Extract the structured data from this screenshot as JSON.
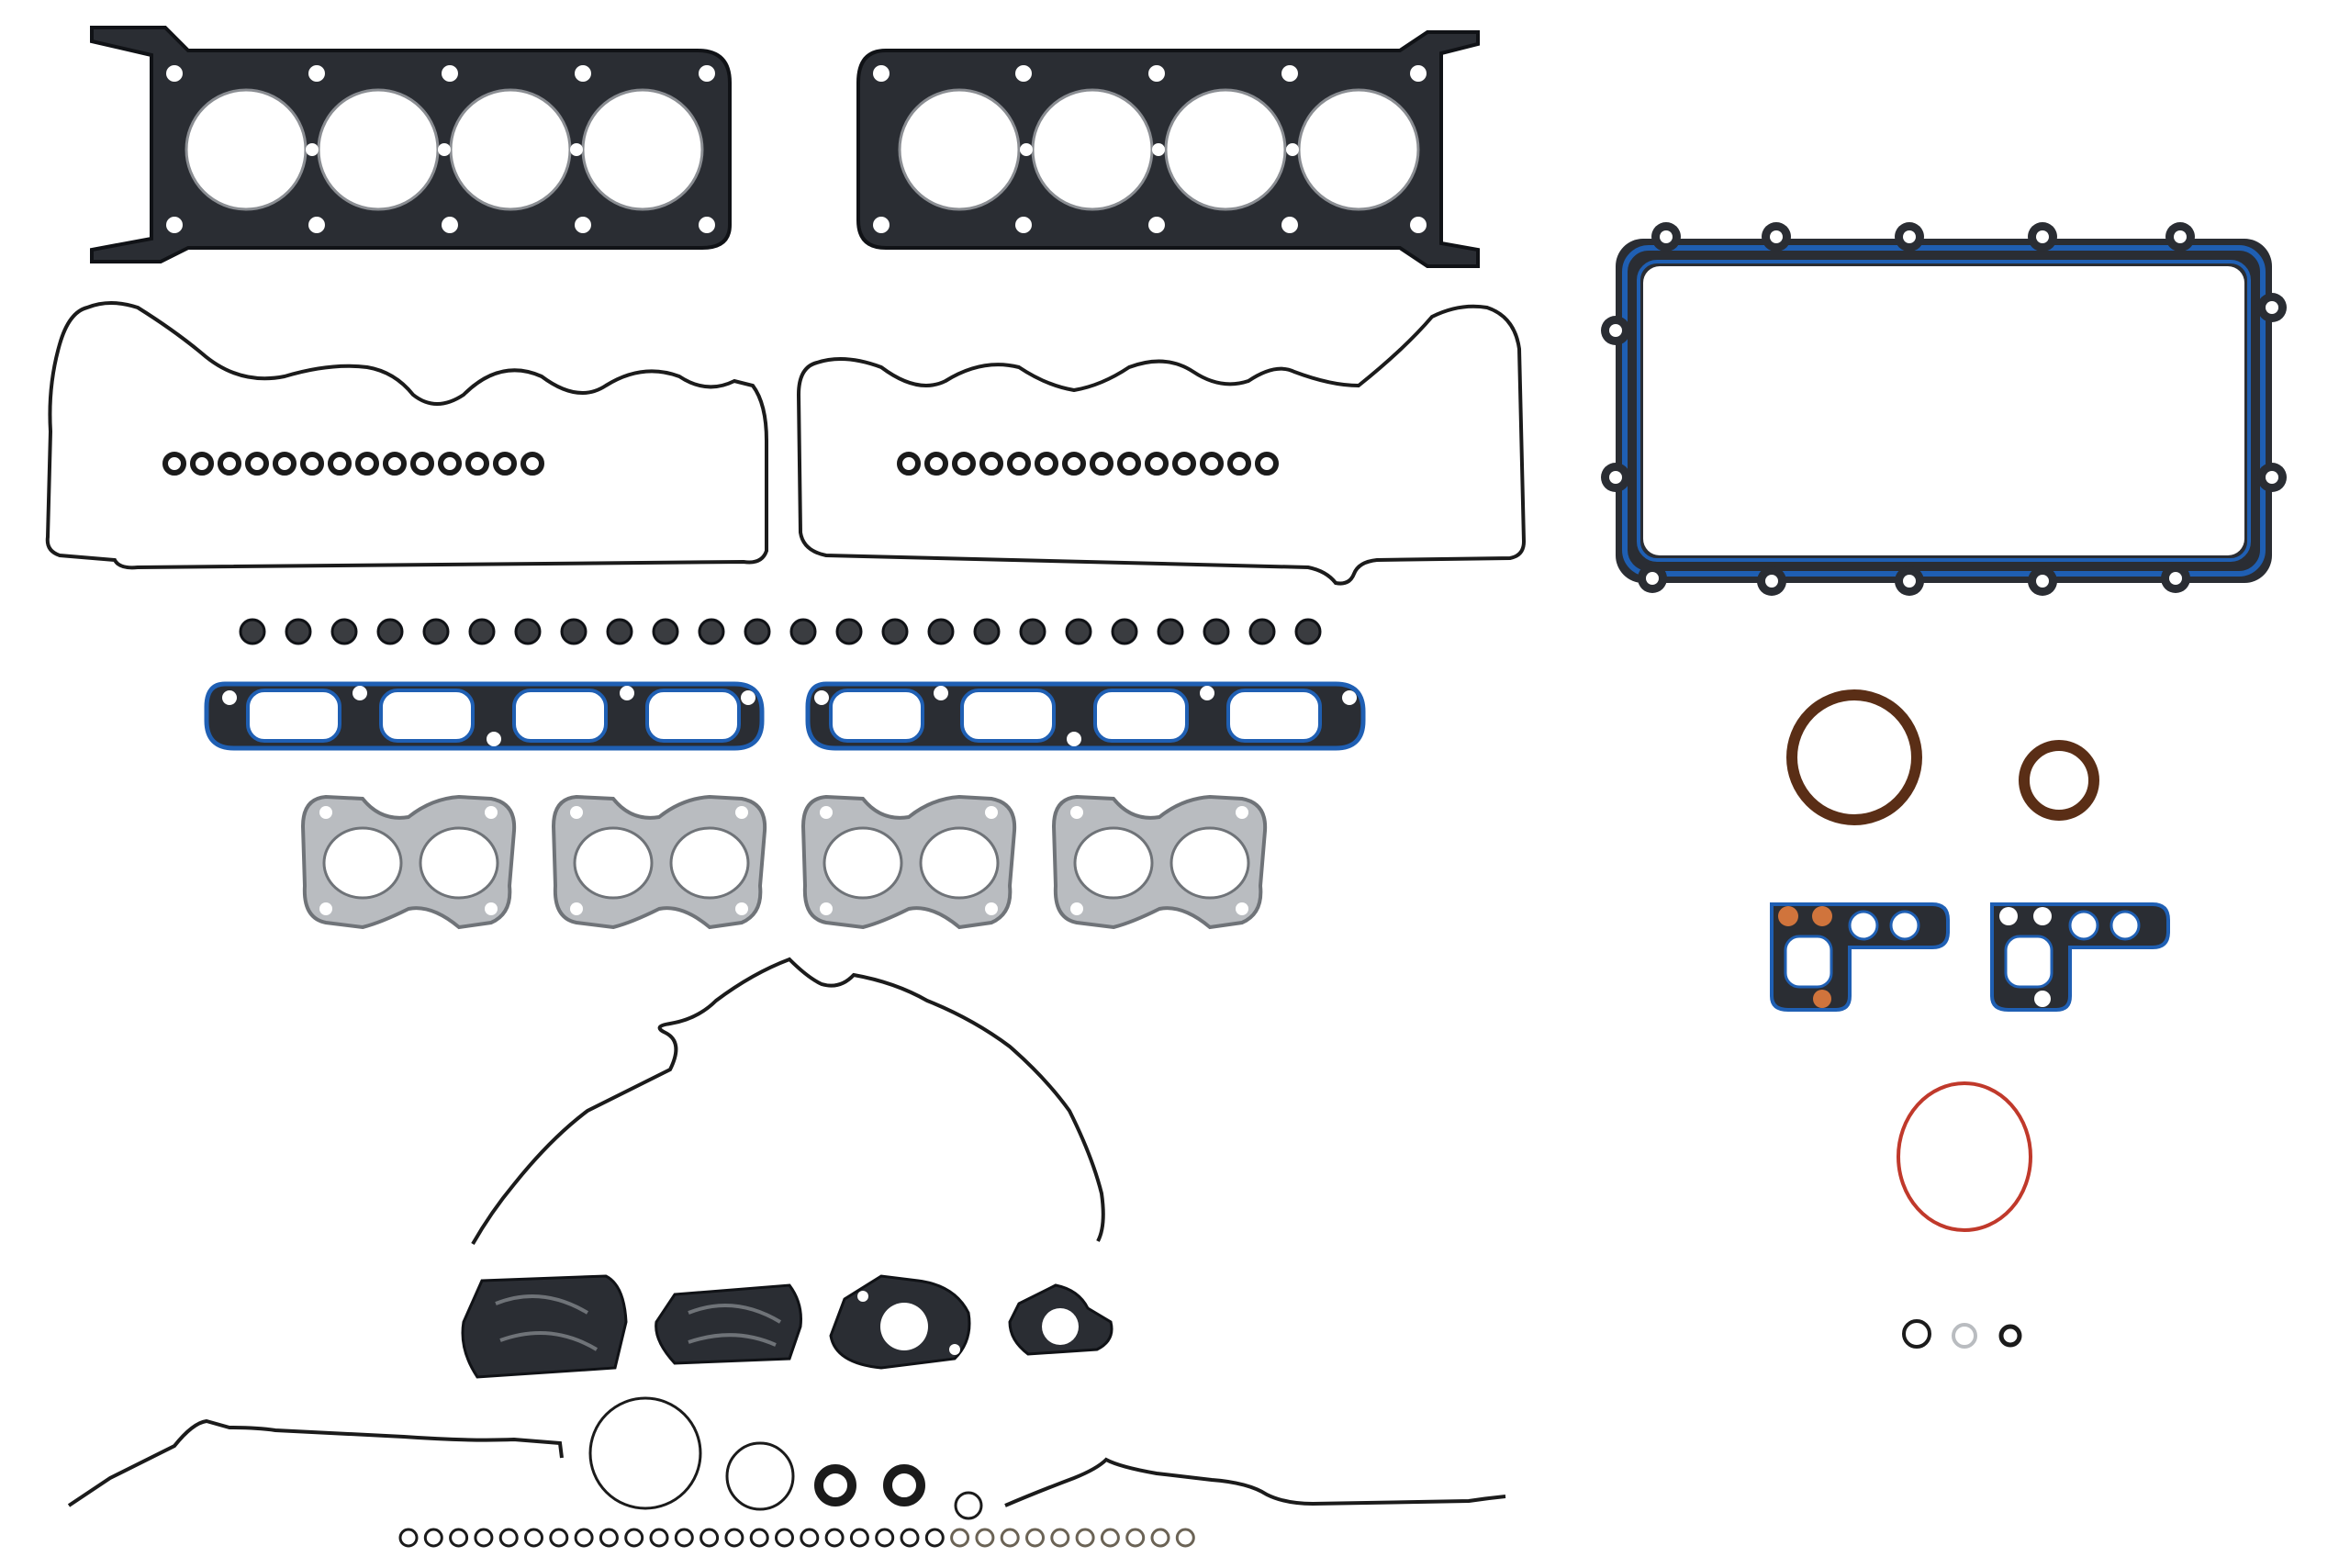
{
  "image": {
    "subject": "engine-gasket-set",
    "background_color": "#ffffff"
  },
  "colors": {
    "steel_dark": "#2a2d33",
    "steel_edge": "#101216",
    "blue_bead": "#1f5fb3",
    "black_gasket": "#1b1b1b",
    "exhaust_gray": "#b9bcc0",
    "exhaust_dark": "#6f7378",
    "brown_seal": "#5a2e16",
    "red_oring": "#c0392b",
    "orange_ring": "#d0743c",
    "gray_seal": "#8c8f94"
  },
  "counts": {
    "head_gaskets": 2,
    "valve_cover_gaskets": 2,
    "spark_plug_seals_per_cover": 14,
    "valve_stem_seals": 24,
    "intake_manifold_gaskets": 2,
    "exhaust_manifold_gaskets": 4,
    "timing_cover_gaskets": 1,
    "water_pump_gaskets": 4,
    "small_orings_bottom_row": 32,
    "small_orings_right": 3
  }
}
